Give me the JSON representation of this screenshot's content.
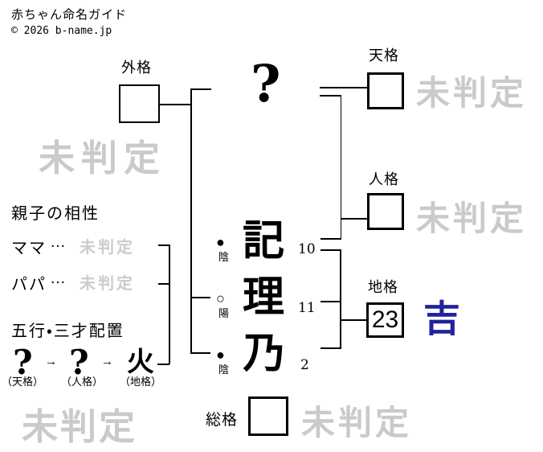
{
  "header": {
    "title": "赤ちゃん命名ガイド",
    "copyright": "© 2026 b-name.jp"
  },
  "colors": {
    "watermark_gray": "#cacaca",
    "result_gray": "#cccccc",
    "kichi_navy": "#22229b",
    "line_black": "#000000"
  },
  "surname": {
    "placeholder": "?"
  },
  "name_chars": [
    {
      "char": "記",
      "strokes": "10",
      "inyo_symbol": "●",
      "inyo_label": "陰"
    },
    {
      "char": "理",
      "strokes": "11",
      "inyo_symbol": "○",
      "inyo_label": "陽"
    },
    {
      "char": "乃",
      "strokes": "2",
      "inyo_symbol": "●",
      "inyo_label": "陰"
    }
  ],
  "kaku": {
    "gaikaku": {
      "label": "外格",
      "value": "",
      "verdict": "未判定"
    },
    "tenkaku": {
      "label": "天格",
      "value": "",
      "verdict": "未判定"
    },
    "jinkaku": {
      "label": "人格",
      "value": "",
      "verdict": "未判定"
    },
    "chikaku": {
      "label": "地格",
      "value": "23",
      "verdict": "吉"
    },
    "soukaku": {
      "label": "総格",
      "value": "",
      "verdict": "未判定"
    }
  },
  "compatibility": {
    "title": "親子の相性",
    "rows": [
      {
        "label": "ママ",
        "dots": "…",
        "result": "未判定"
      },
      {
        "label": "パパ",
        "dots": "…",
        "result": "未判定"
      }
    ]
  },
  "gogyo": {
    "title": "五行・三才配置",
    "arrow": "→",
    "items": [
      {
        "symbol": "?",
        "caption": "（天格）"
      },
      {
        "symbol": "?",
        "caption": "（人格）"
      },
      {
        "symbol": "火",
        "caption": "（地格）"
      }
    ],
    "verdict": "未判定"
  }
}
